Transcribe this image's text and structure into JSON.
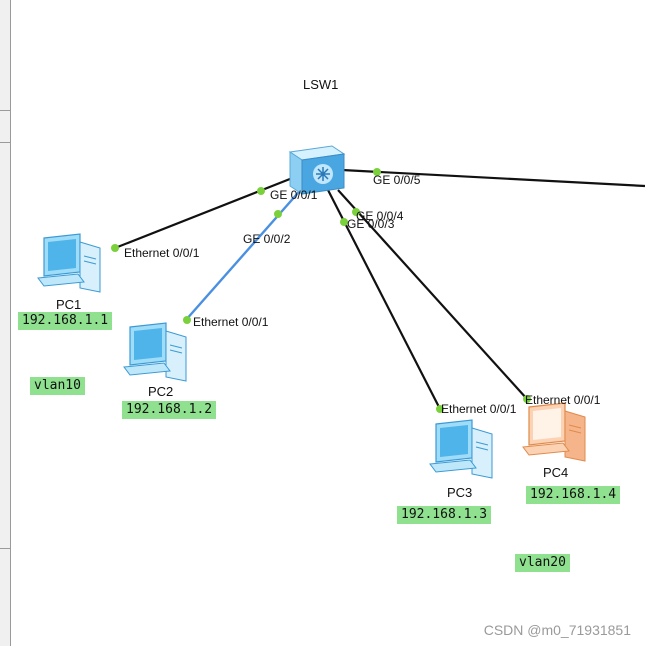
{
  "switch": {
    "name": "LSW1"
  },
  "pcs": [
    {
      "name": "PC1",
      "ip": "192.168.1.1",
      "color": "#5bb8e8"
    },
    {
      "name": "PC2",
      "ip": "192.168.1.2",
      "color": "#5bb8e8"
    },
    {
      "name": "PC3",
      "ip": "192.168.1.3",
      "color": "#5bb8e8"
    },
    {
      "name": "PC4",
      "ip": "192.168.1.4",
      "color": "#f0a070"
    }
  ],
  "ports": {
    "sw_pc1": "GE 0/0/1",
    "sw_pc2": "GE 0/0/2",
    "sw_pc3": "GE 0/0/3",
    "sw_pc4": "GE 0/0/4",
    "sw_out": "GE 0/0/5",
    "pc1": "Ethernet 0/0/1",
    "pc2": "Ethernet 0/0/1",
    "pc3": "Ethernet 0/0/1",
    "pc4": "Ethernet 0/0/1"
  },
  "vlans": {
    "left": "vlan10",
    "right": "vlan20"
  },
  "watermark": "CSDN @m0_71931851",
  "colors": {
    "link": "#111111",
    "selected_link": "#4a90e2",
    "port_dot": "#7bd13c",
    "tag_bg": "#8fe08f"
  }
}
